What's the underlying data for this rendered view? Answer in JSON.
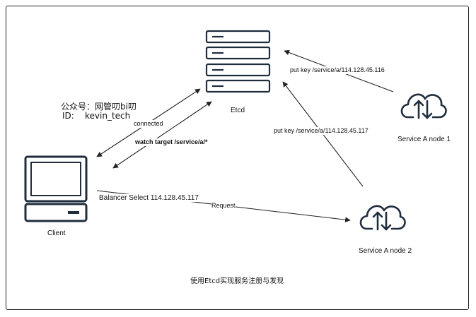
{
  "nodes": {
    "etcd": "Etcd",
    "client": "Client",
    "node1": "Service A node 1",
    "node2": "Service A node 2"
  },
  "edges": {
    "put_node1": "put key /service/a/114.128.45.116",
    "put_node2": "put key /service/a/114.128.45.117",
    "connected": "connected",
    "watch": "watch target /service/a/*",
    "balancer": "Balancer Select  114.128.45.117",
    "request": "Request"
  },
  "watermark": {
    "line1": "公众号：网管叨bi叨",
    "id_label": "ID:",
    "id_value": "kevin_tech"
  },
  "caption": "使用Etcd实现服务注册与发现",
  "icons": {
    "etcd": "server-stack-icon",
    "client": "desktop-computer-icon",
    "node1": "cloud-upload-download-icon",
    "node2": "cloud-upload-download-icon"
  },
  "colors": {
    "icon_stroke": "#1f2d3d",
    "line": "#222222"
  }
}
